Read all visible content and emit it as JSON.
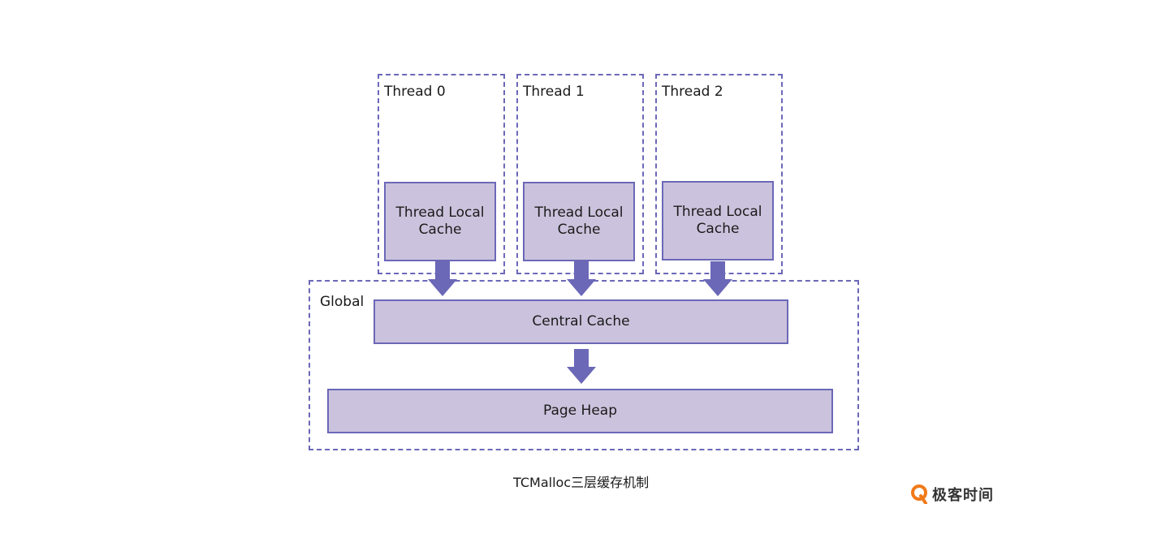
{
  "threads": [
    {
      "label": "Thread 0",
      "cache_label": "Thread Local\nCache"
    },
    {
      "label": "Thread 1",
      "cache_label": "Thread Local\nCache"
    },
    {
      "label": "Thread 2",
      "cache_label": "Thread Local\nCache"
    }
  ],
  "global": {
    "label": "Global",
    "central_cache": "Central Cache",
    "page_heap": "Page Heap"
  },
  "caption": "TCMalloc三层缓存机制",
  "brand": {
    "name": "极客时间"
  },
  "colors": {
    "stroke": "#6b68b8",
    "fill": "#cbc3dd",
    "arrow": "#6b68b8",
    "brand": "#f07a1a"
  }
}
